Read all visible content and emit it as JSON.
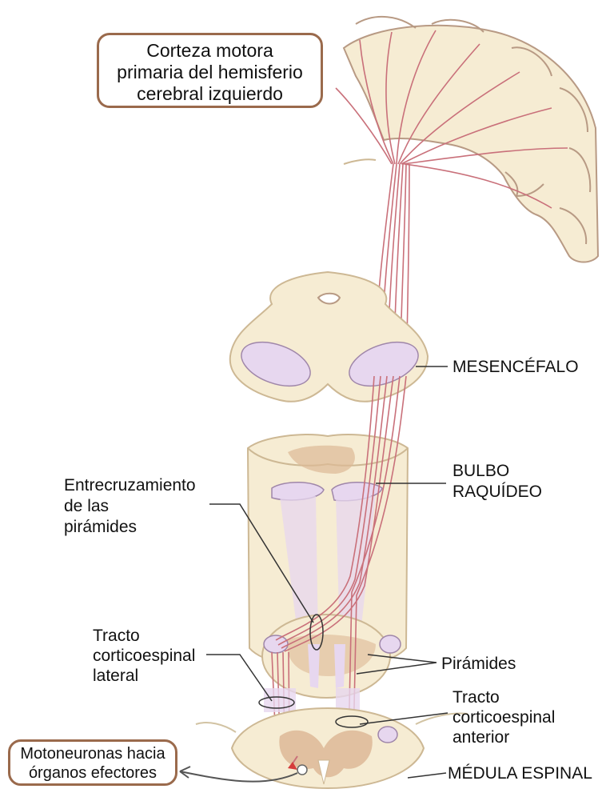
{
  "title_box": {
    "lines": [
      "Corteza motora",
      "primaria del hemisferio",
      "cerebral izquierdo"
    ]
  },
  "labels": {
    "mesencefalo": "MESENCÉFALO",
    "bulbo": [
      "BULBO",
      "RAQUÍDEO"
    ],
    "entrecruzamiento": [
      "Entrecruzamiento",
      "de las",
      "pirámides"
    ],
    "piramides": "Pirámides",
    "tracto_lateral": [
      "Tracto",
      "corticoespinal",
      "lateral"
    ],
    "tracto_anterior": [
      "Tracto",
      "corticoespinal",
      "anterior"
    ],
    "medula": "MÉDULA ESPINAL"
  },
  "effector_box": {
    "lines": [
      "Motoneuronas hacia",
      "órganos efectores"
    ]
  },
  "colors": {
    "tissue": "#f6ecd3",
    "tissue_edge": "#cdb894",
    "cortex_outline": "#b89a84",
    "tract_fill": "#e7d7ef",
    "tract_edge": "#9f86a9",
    "fiber": "#c9707a",
    "grey_matter": "#ddb996",
    "box_border": "#9a6a4c",
    "leader_line": "#333333"
  }
}
